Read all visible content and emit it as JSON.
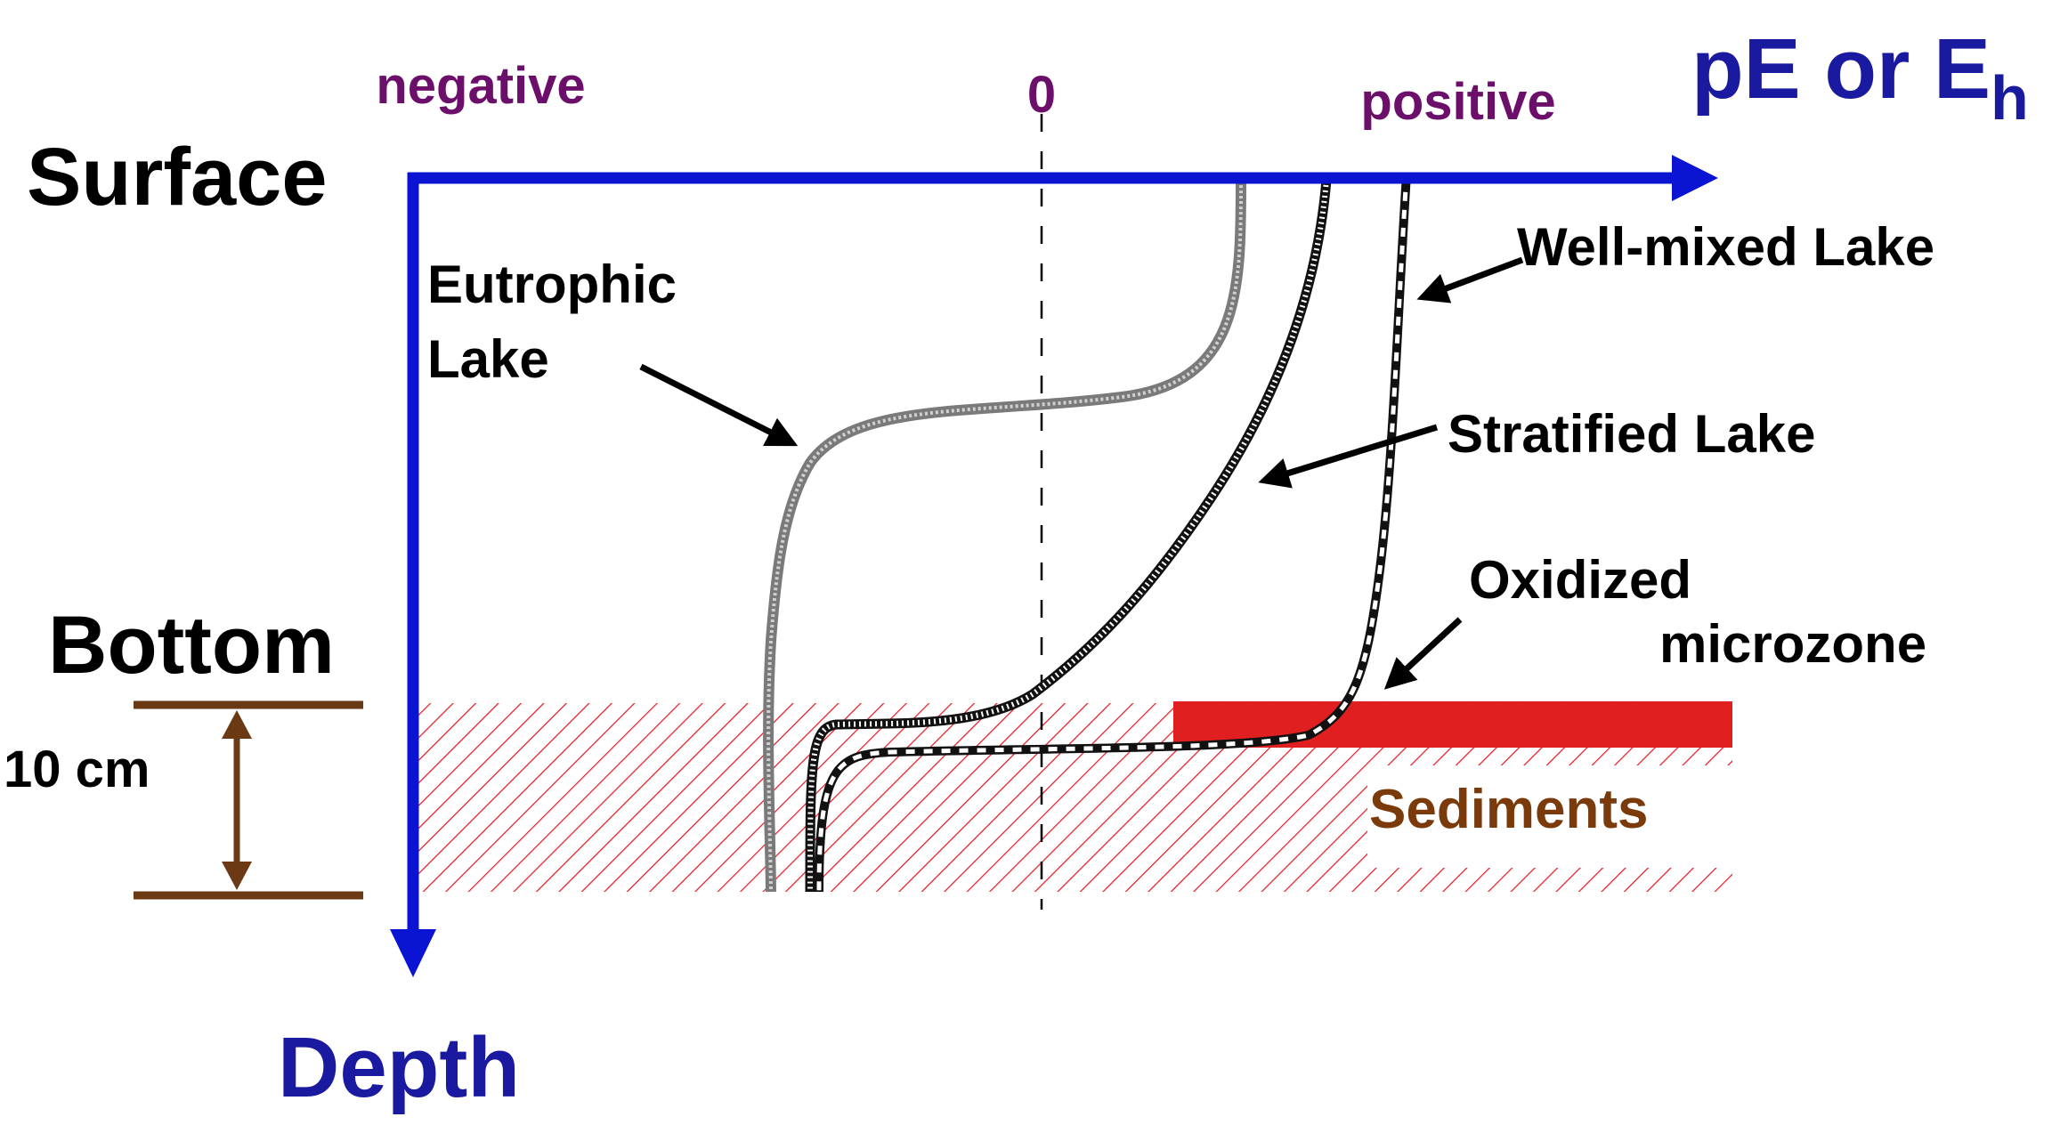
{
  "axes": {
    "x_axis_label": "pE or E",
    "x_axis_subscript": "h",
    "y_axis_label": "Depth",
    "tick_negative": "negative",
    "tick_zero": "0",
    "tick_positive": "positive"
  },
  "depth_labels": {
    "surface": "Surface",
    "bottom": "Bottom",
    "thickness": "10 cm"
  },
  "curve_labels": {
    "eutrophic_line1": "Eutrophic",
    "eutrophic_line2": "Lake",
    "well_mixed": "Well-mixed Lake",
    "stratified": "Stratified Lake",
    "oxidized_line1": "Oxidized",
    "oxidized_line2": "microzone"
  },
  "zones": {
    "sediments": "Sediments"
  },
  "colors": {
    "axis": "#0a14d2",
    "axis_title": "#1a1aa0",
    "tick_text": "#6b0f6b",
    "bracket": "#6b3a14",
    "sediments_text": "#7a3a0a",
    "hatch": "#e8141e",
    "microzone_fill": "#e02020",
    "curve_dark": "#111111"
  }
}
